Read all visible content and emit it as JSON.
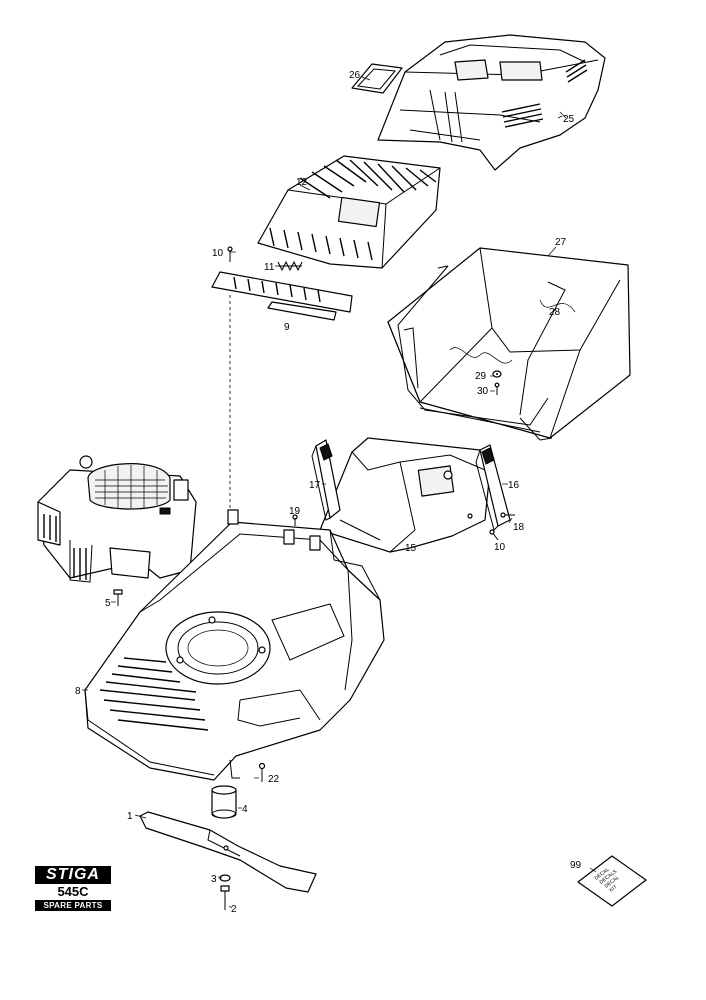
{
  "logo": {
    "brand": "STIGA",
    "model": "545C",
    "subtitle": "SPARE PARTS"
  },
  "callouts": {
    "p1": "1",
    "p2": "2",
    "p3": "3",
    "p4": "4",
    "p5": "5",
    "p8": "8",
    "p9": "9",
    "p10a": "10",
    "p10b": "10",
    "p11": "11",
    "p12": "12",
    "p15": "15",
    "p16": "16",
    "p17": "17",
    "p18": "18",
    "p19": "19",
    "p22": "22",
    "p25": "25",
    "p26": "26",
    "p27": "27",
    "p28": "28",
    "p29": "29",
    "p30": "30",
    "p99": "99"
  },
  "decal_kit": {
    "line1": "DECAL",
    "line2": "DECALS",
    "line3": "DECAL",
    "line4": "KIT"
  }
}
